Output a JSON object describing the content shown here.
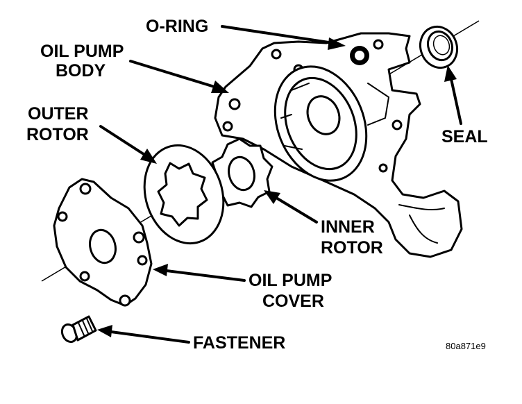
{
  "labels": {
    "o_ring": "O-RING",
    "oil_pump_body_l1": "OIL PUMP",
    "oil_pump_body_l2": "BODY",
    "outer_rotor_l1": "OUTER",
    "outer_rotor_l2": "ROTOR",
    "seal": "SEAL",
    "inner_rotor_l1": "INNER",
    "inner_rotor_l2": "ROTOR",
    "oil_pump_cover_l1": "OIL PUMP",
    "oil_pump_cover_l2": "COVER",
    "fastener": "FASTENER"
  },
  "figure_code": "80a871e9",
  "colors": {
    "ink": "#000000",
    "paper": "#ffffff"
  }
}
